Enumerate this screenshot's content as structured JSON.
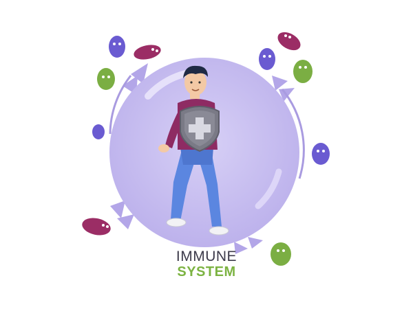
{
  "caption": {
    "line1": "IMMUNE",
    "line2": "SYSTEM"
  },
  "colors": {
    "bubble": "#c8bff0",
    "bubble_rim": "#a99be0",
    "shirt": "#8e2b63",
    "jeans": "#5b86e0",
    "shield": "#7a7a86",
    "green_text": "#7cb342",
    "dark_text": "#3c3a4a",
    "germ_purple": "#6a5bd1",
    "germ_magenta": "#9b2d65",
    "germ_green": "#7bae43"
  },
  "icons": [
    "protective-bubble",
    "person",
    "shield-cross-icon",
    "germ-icon"
  ]
}
